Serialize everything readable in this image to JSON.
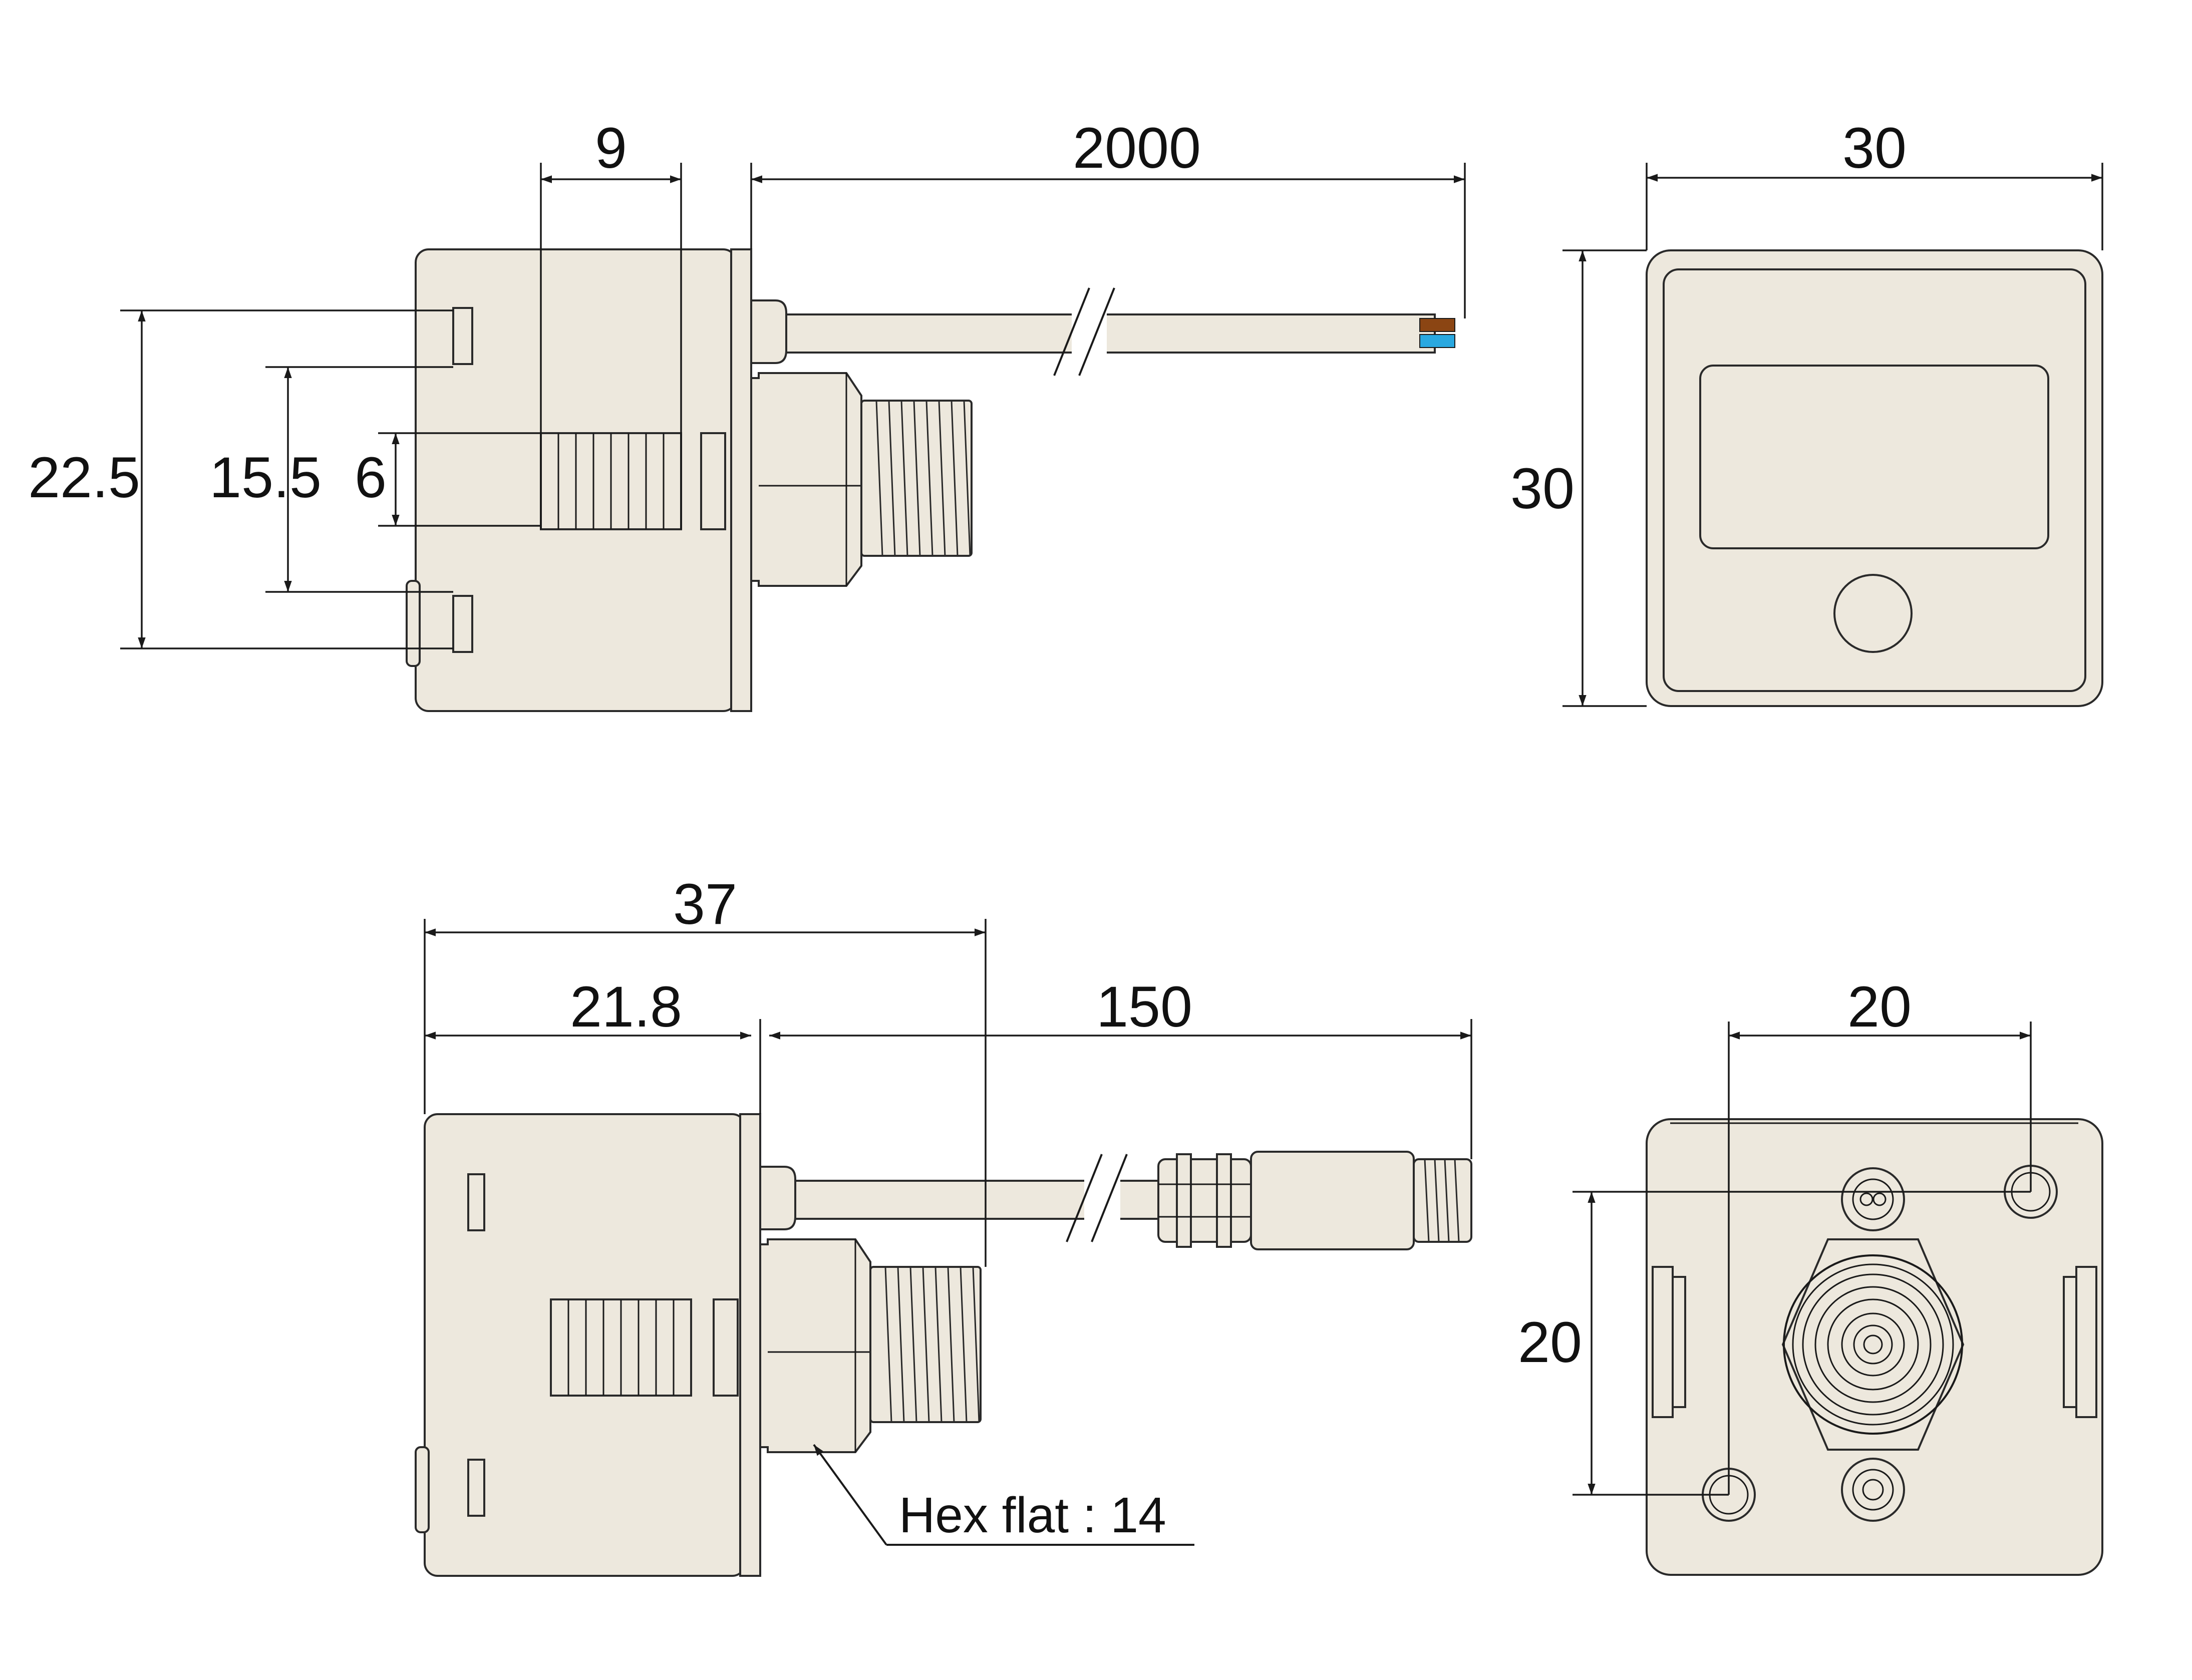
{
  "top_left_view": {
    "dim_9": "9",
    "dim_2000": "2000",
    "dim_22_5": "22.5",
    "dim_15_5": "15.5",
    "dim_6": "6"
  },
  "top_right_view": {
    "dim_width": "30",
    "dim_height": "30"
  },
  "bottom_left_view": {
    "dim_37": "37",
    "dim_21_8": "21.8",
    "dim_150": "150",
    "hex_note": "Hex flat : 14"
  },
  "bottom_right_view": {
    "dim_width": "20",
    "dim_height": "20"
  },
  "colors": {
    "body": "#ede8dd",
    "wire_brown": "#8b4513",
    "wire_blue": "#29a8e0",
    "line": "#1a1a1a"
  }
}
